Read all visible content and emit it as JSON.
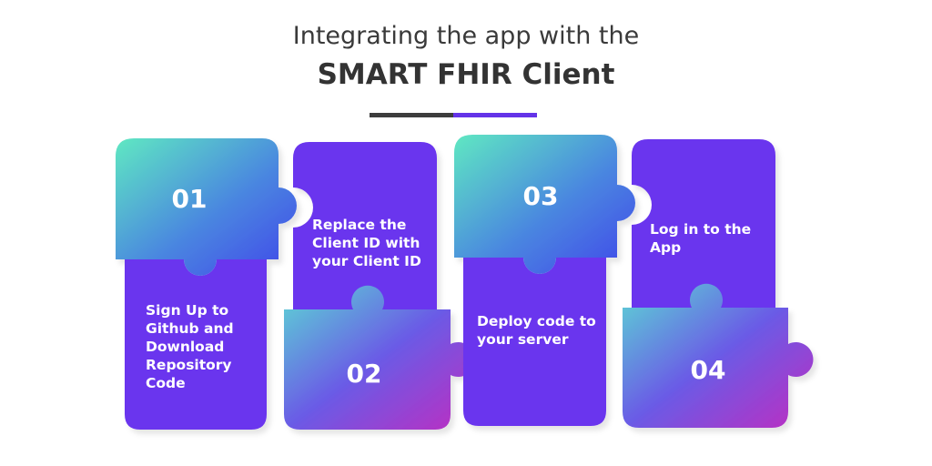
{
  "title": {
    "line1": "Integrating the app with the",
    "line2": "SMART FHIR Client"
  },
  "colors": {
    "purple": "#6a35ee",
    "teal": "#5fe3c4",
    "blue": "#3f55e6",
    "magenta": "#b02bc6",
    "divider_dark": "#3d3d3d",
    "divider_accent": "#6433e8"
  },
  "steps": [
    {
      "number": "01",
      "text": "Sign Up to Github and Download Repository Code"
    },
    {
      "number": "02",
      "text": "Replace the Client ID with your Client ID"
    },
    {
      "number": "03",
      "text": "Deploy code to your server"
    },
    {
      "number": "04",
      "text": "Log in to the App"
    }
  ]
}
